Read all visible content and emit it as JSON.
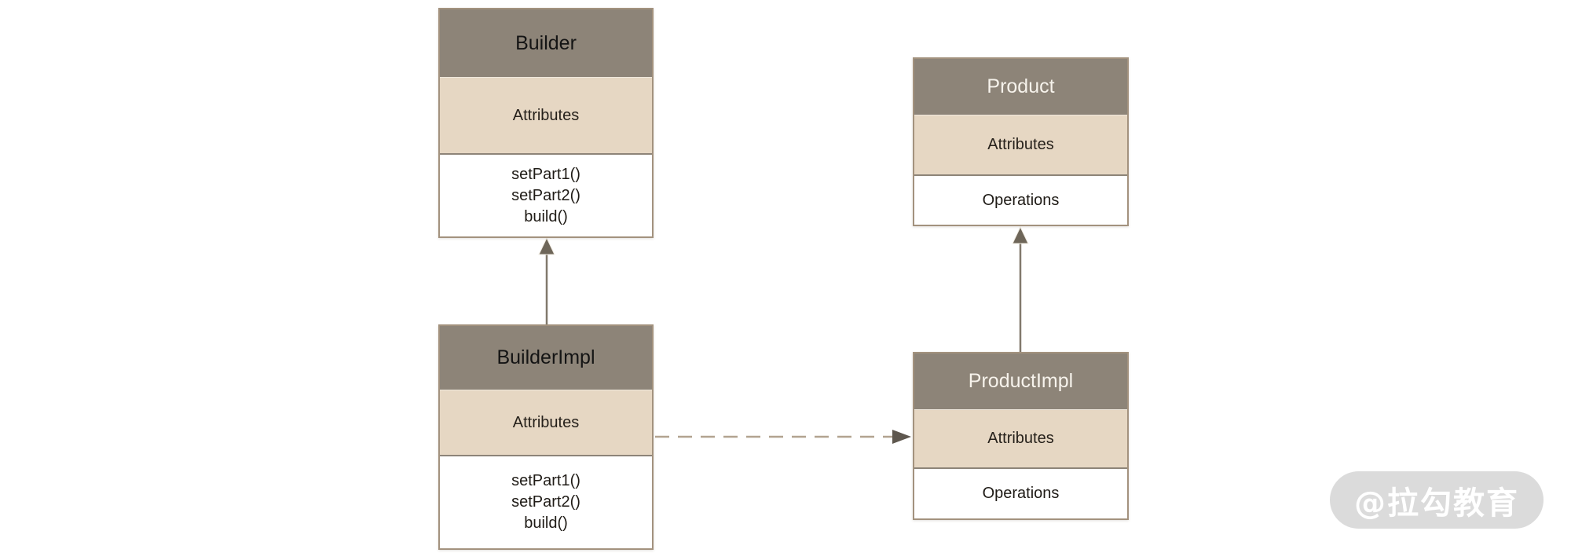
{
  "diagram": {
    "type": "uml-class-diagram",
    "pattern": "Builder",
    "classes": {
      "builder": {
        "name": "Builder",
        "attributes_label": "Attributes",
        "methods": [
          "setPart1()",
          "setPart2()",
          "build()"
        ]
      },
      "product": {
        "name": "Product",
        "attributes_label": "Attributes",
        "operations_label": "Operations"
      },
      "builder_impl": {
        "name": "BuilderImpl",
        "attributes_label": "Attributes",
        "methods": [
          "setPart1()",
          "setPart2()",
          "build()"
        ]
      },
      "product_impl": {
        "name": "ProductImpl",
        "attributes_label": "Attributes",
        "operations_label": "Operations"
      }
    },
    "relationships": [
      {
        "from": "BuilderImpl",
        "to": "Builder",
        "type": "generalization",
        "line": "solid",
        "direction": "up"
      },
      {
        "from": "ProductImpl",
        "to": "Product",
        "type": "generalization",
        "line": "solid",
        "direction": "up"
      },
      {
        "from": "BuilderImpl",
        "to": "ProductImpl",
        "type": "dependency",
        "line": "dashed",
        "direction": "right"
      }
    ],
    "colors": {
      "background": "#FFFFFF",
      "header_bg": "#8D8478",
      "attributes_bg": "#E6D7C3",
      "operations_bg": "#FFFFFF",
      "box_border": "#A3927E",
      "title_dark": "#141414",
      "title_light": "#F7F3EC",
      "body_text": "#26211B",
      "solid_arrow": "#81796C",
      "dashed_arrow": "#B2A390",
      "arrowhead": "#5E574E",
      "watermark_bg": "#DBDBDB",
      "watermark_text": "#FFFFFF"
    }
  },
  "watermark": {
    "text": "@拉勾教育"
  }
}
